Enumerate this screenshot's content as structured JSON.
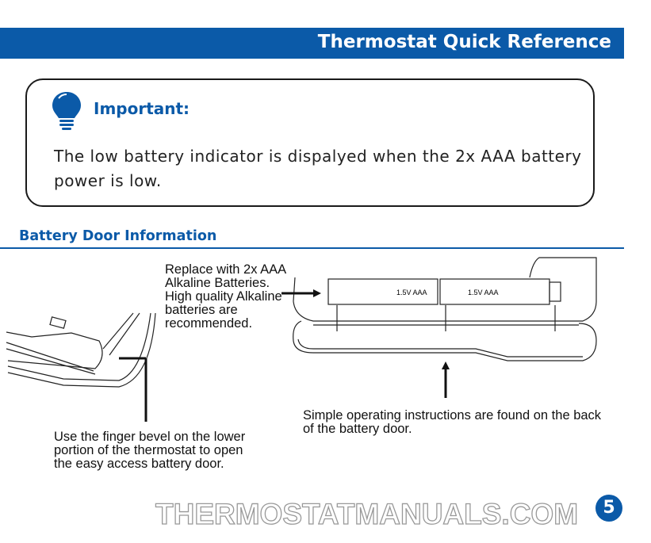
{
  "header": {
    "title": "Thermostat Quick Reference"
  },
  "important": {
    "label": "Important:",
    "text": "The low battery indicator is dispalyed when the 2x AAA battery power is low."
  },
  "section": {
    "title": "Battery Door Information"
  },
  "watermark": "THERMOSTATMANUALS.COM",
  "captions": {
    "replace": "Replace with 2x AAA Alkaline Batteries. High quality Alkaline batteries are recommended.",
    "finger": "Use the finger bevel on the lower portion of the thermostat to open the easy access battery door.",
    "instructions": "Simple operating instructions are found on the back of the battery door."
  },
  "battery_labels": [
    "1.5V AAA",
    "1.5V AAA"
  ],
  "page_number": "5",
  "colors": {
    "accent": "#0b5aa8"
  }
}
